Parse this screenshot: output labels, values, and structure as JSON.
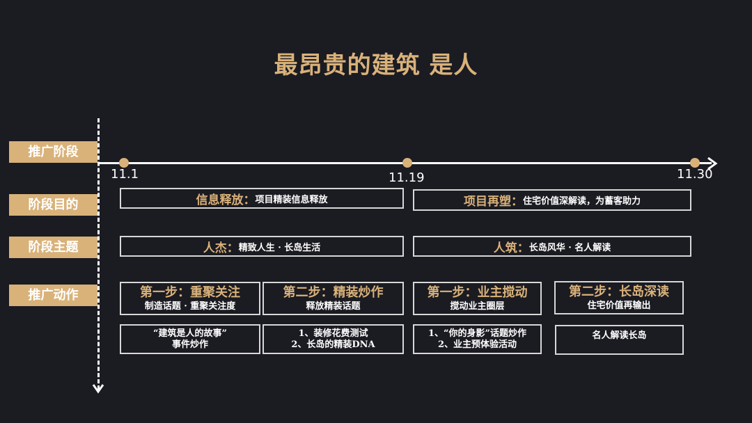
{
  "title": "最昂贵的建筑 是人",
  "row_labels": {
    "stage": "推广阶段",
    "purpose": "阶段目的",
    "theme": "阶段主题",
    "action": "推广动作"
  },
  "timeline": {
    "dates": [
      "11.1",
      "11.19",
      "11.30"
    ]
  },
  "purpose": [
    {
      "head": "信息释放：",
      "text": "项目精装信息释放"
    },
    {
      "head": "项目再塑：",
      "text": "住宅价值深解读，为蓄客助力"
    }
  ],
  "theme": [
    {
      "head": "人杰：",
      "text": "精致人生 · 长岛生活"
    },
    {
      "head": "人筑：",
      "text": "长岛风华 · 名人解读"
    }
  ],
  "steps": [
    {
      "head": "第一步：重聚关注",
      "sub": "制造话题 · 重聚关注度",
      "detail1": "“建筑是人的故事”",
      "detail2": "事件炒作"
    },
    {
      "head": "第二步：精装炒作",
      "sub": "释放精装话题",
      "detail1": "1、装修花费测试",
      "detail2": "2、长岛的精装DNA"
    },
    {
      "head": "第一步：业主搅动",
      "sub": "搅动业主圈层",
      "detail1": "1、“你的身影”话题炒作",
      "detail2": "2、业主预体验活动"
    },
    {
      "head": "第二步：长岛深读",
      "sub": "住宅价值再输出",
      "detail1": "名人解读长岛",
      "detail2": ""
    }
  ],
  "colors": {
    "background": "#1b1b22",
    "accent_gold": "#d9b27a",
    "text": "#ffffff",
    "border": "#d8d8d8"
  }
}
